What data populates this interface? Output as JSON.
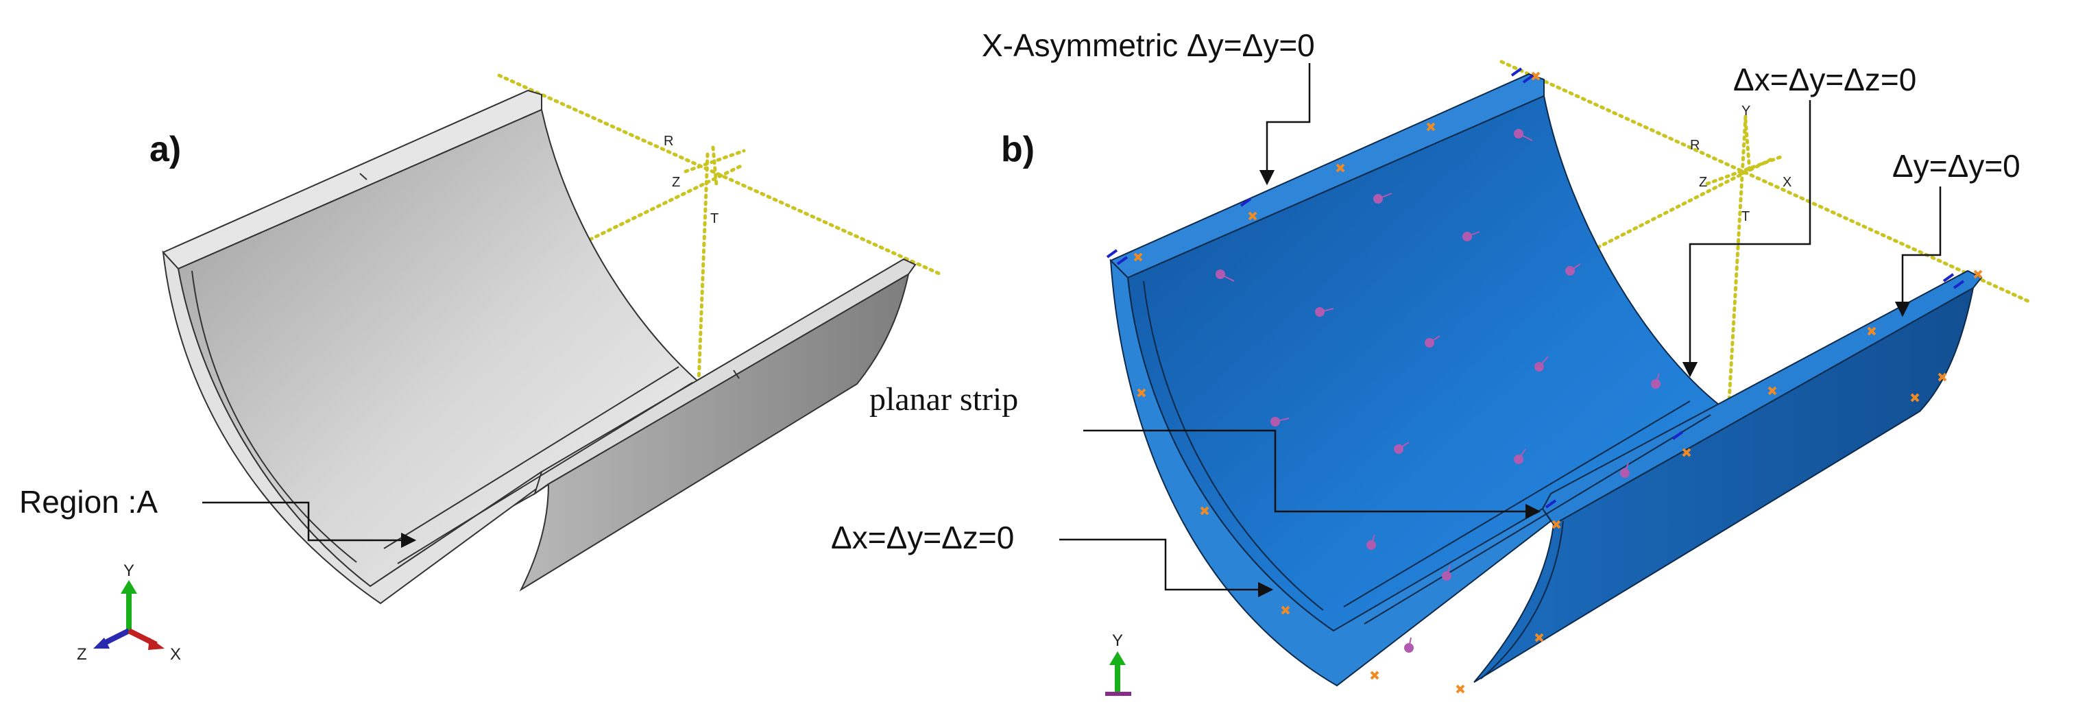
{
  "panel_a": {
    "tag": "a)",
    "region_label": "Region :A",
    "triad": {
      "y": "Y",
      "z": "Z",
      "x": "X"
    }
  },
  "panel_b": {
    "tag": "b)",
    "label_top": "X-Asymmetric Δy=Δy=0",
    "label_fixed_top": "Δx=Δy=Δz=0",
    "label_right": "Δy=Δy=0",
    "label_strip": "planar strip",
    "label_fixed_bottom": "Δx=Δy=Δz=0",
    "triad": {
      "y": "Y"
    }
  },
  "csys_letters": {
    "r": "R",
    "z": "Z",
    "t": "T",
    "y": "Y",
    "x": "X"
  },
  "colors": {
    "grey_shell": "#b9b9b9",
    "blue_shell": "#1e73c8",
    "dotted_axis": "#c9c420",
    "bc_orange": "#f08a24",
    "bc_blue": "#1a24c8",
    "load_pink": "#b05ab0"
  }
}
